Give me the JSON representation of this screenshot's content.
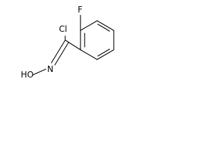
{
  "molecule": {
    "atoms": {
      "fluorine": "F",
      "chlorine": "Cl",
      "hydroxyl": "HO",
      "nitrogen": "N"
    },
    "colors": {
      "bond": "#000000",
      "text": "#000000",
      "background": "#ffffff"
    }
  }
}
